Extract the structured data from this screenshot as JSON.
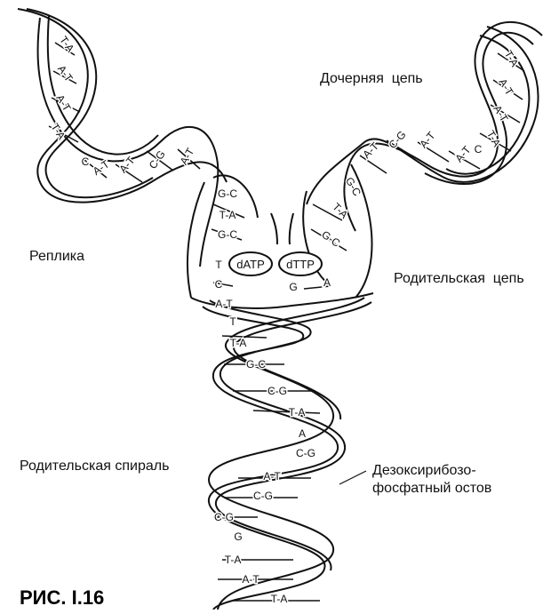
{
  "labels": {
    "daughter_strand": "Дочерняя  цепь",
    "replica": "Реплика",
    "parent_strand": "Родительская  цепь",
    "parent_helix": "Родительская спираль",
    "backbone_line1": "Дезоксирибозо-",
    "backbone_line2": "фосфатный остов",
    "figure_caption": "РИС. I.16"
  },
  "nucleotides": {
    "datp": "dATP",
    "dttp": "dTTP"
  },
  "pairs": {
    "left_arm": [
      "T-A",
      "A-T",
      "A-T",
      "T-A",
      "C",
      "A-T",
      "A-T",
      "C-G",
      "A-T"
    ],
    "right_arm": [
      "T-A",
      "A-T",
      "A-T",
      "T-A",
      "C",
      "A-T",
      "A-T",
      "C-G",
      "A-T"
    ],
    "fork_left": [
      "G-C",
      "T-A",
      "G-C",
      "T",
      "C",
      "A-T"
    ],
    "fork_right": [
      "G-C",
      "T-A",
      "G-C",
      "G",
      "A"
    ],
    "stem": [
      "T",
      "T-A",
      "G-C",
      "C-G",
      "T-A",
      "A",
      "C-G",
      "A-T",
      "C-G",
      "C-G",
      "G",
      "T-A",
      "A-T",
      "T-A"
    ]
  },
  "colors": {
    "ink": "#111111",
    "paper": "#ffffff"
  }
}
